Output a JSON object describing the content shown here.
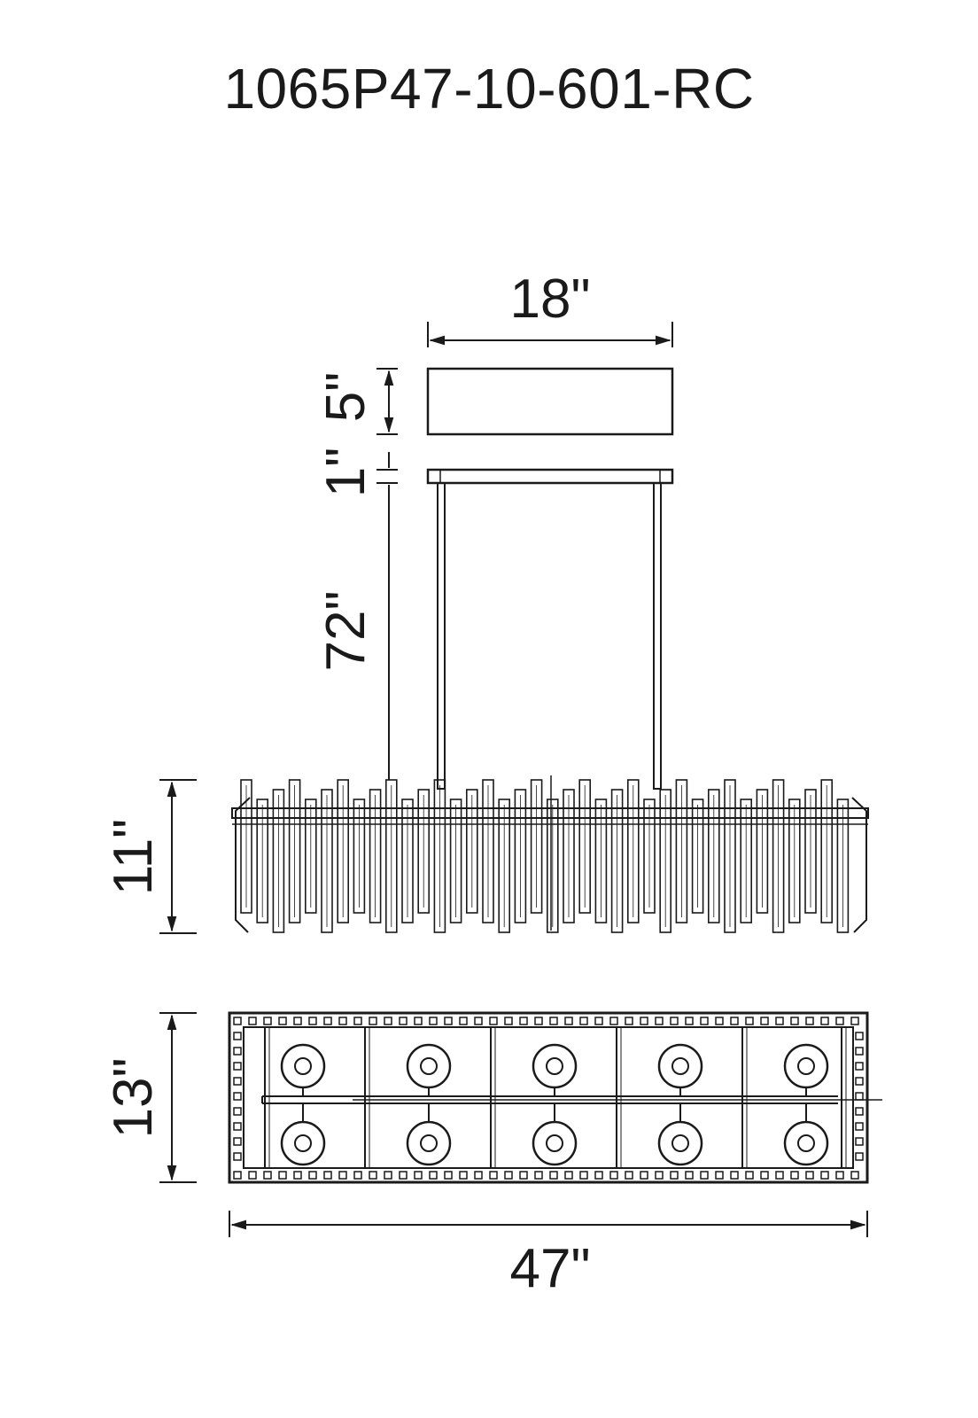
{
  "title": "1065P47-10-601-RC",
  "dimensions": {
    "canopy_width": "18\"",
    "canopy_height": "5\"",
    "gap": "1\"",
    "rod_length": "72\"",
    "body_height": "11\"",
    "body_depth": "13\"",
    "body_width": "47\""
  },
  "colors": {
    "line": "#1a1a1a",
    "background": "#ffffff"
  }
}
